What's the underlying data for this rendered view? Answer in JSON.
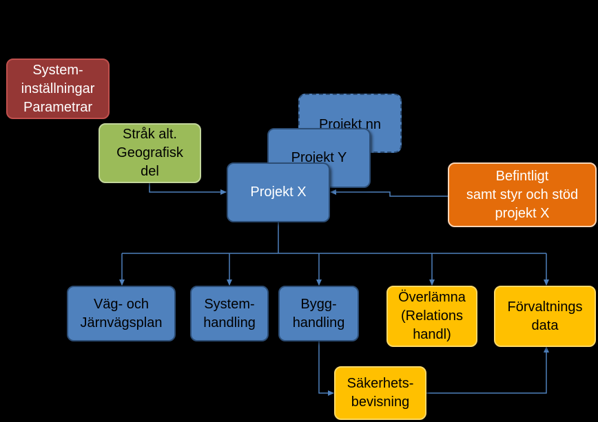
{
  "colors": {
    "background": "#000000",
    "connector": "#4f81bd",
    "red": "#953735",
    "green": "#9bbb59",
    "blue": "#4f81bd",
    "orange": "#e46c0a",
    "yellow": "#ffc000"
  },
  "nodes": {
    "system_settings": {
      "lines": [
        "System-",
        "inställningar",
        "Parametrar"
      ]
    },
    "strak": {
      "lines": [
        "Stråk alt.",
        "Geografisk",
        "del"
      ]
    },
    "projekt_nn": {
      "label": "Projekt nn"
    },
    "projekt_y": {
      "label": "Projekt Y"
    },
    "projekt_x": {
      "label": "Projekt X"
    },
    "befintligt": {
      "lines": [
        "Befintligt",
        "samt styr och stöd",
        "projekt X"
      ]
    },
    "vag": {
      "lines": [
        "Väg- och",
        "Järnvägsplan"
      ]
    },
    "systemhandling": {
      "lines": [
        "System-",
        "handling"
      ]
    },
    "bygghandling": {
      "lines": [
        "Bygg-",
        "handling"
      ]
    },
    "overlamna": {
      "lines": [
        "Överlämna",
        "(Relations",
        "handl)"
      ]
    },
    "forvaltning": {
      "lines": [
        "Förvaltnings",
        "data"
      ]
    },
    "sakerhet": {
      "lines": [
        "Säkerhets-",
        "bevisning"
      ]
    }
  }
}
